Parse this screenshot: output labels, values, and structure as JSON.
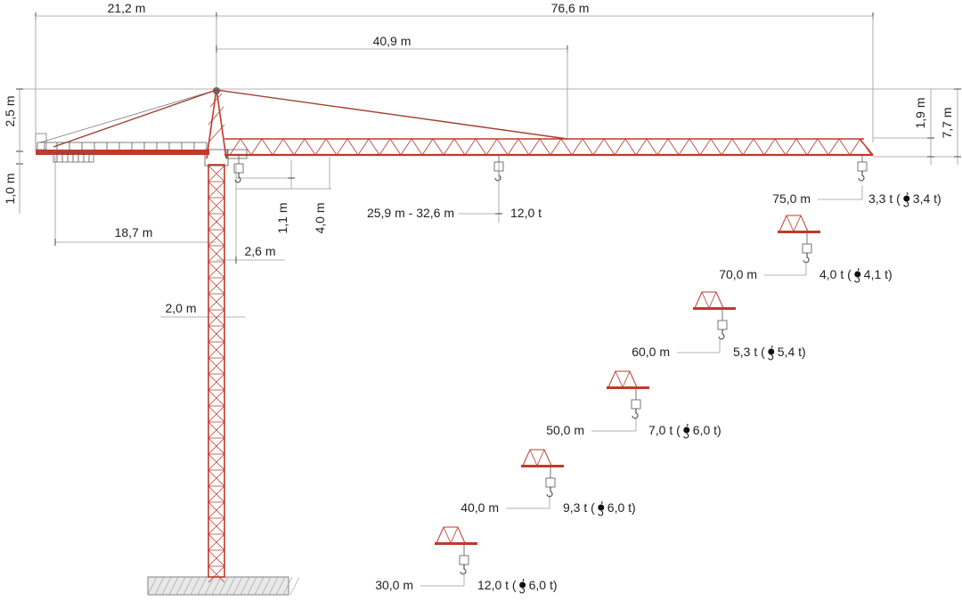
{
  "colors": {
    "crane": "#c0392b",
    "dimension_line": "#9a9a9a",
    "text": "#222222",
    "hook": "#222222"
  },
  "icons": {
    "hook": "hook-icon"
  },
  "dimensions": {
    "counter_jib_length": "21,2 m",
    "jib_length": "76,6 m",
    "tie_point": "40,9 m",
    "apex_height": "2,5 m",
    "counter_jib_offset": "1,0 m",
    "counter_jib_radius": "18,7 m",
    "trolley_offset": "2,6 m",
    "mast_width": "2,0 m",
    "hook_drop_1": "1,1 m",
    "hook_drop_2": "4,0 m",
    "jib_depth": "1,9 m",
    "total_head_height": "7,7 m",
    "max_load_range": "25,9 m - 32,6 m",
    "max_load": "12,0 t"
  },
  "load_table": [
    {
      "radius": "75,0 m",
      "load_prefix": "3,3 t (",
      "load_alt": "3,4 t)"
    },
    {
      "radius": "70,0 m",
      "load_prefix": "4,0 t (",
      "load_alt": "4,1 t)"
    },
    {
      "radius": "60,0 m",
      "load_prefix": "5,3 t (",
      "load_alt": "5,4 t)"
    },
    {
      "radius": "50,0 m",
      "load_prefix": "7,0 t (",
      "load_alt": "6,0 t)"
    },
    {
      "radius": "40,0 m",
      "load_prefix": "9,3 t (",
      "load_alt": "6,0 t)"
    },
    {
      "radius": "30,0 m",
      "load_prefix": "12,0 t (",
      "load_alt": "6,0 t)"
    }
  ]
}
